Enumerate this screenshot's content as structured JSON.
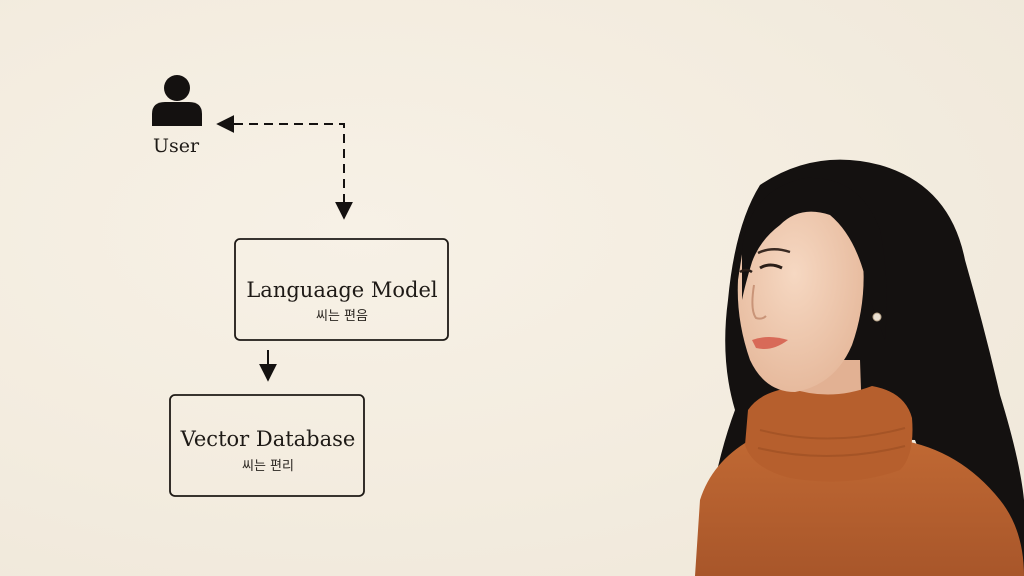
{
  "diagram": {
    "user": {
      "label": "User",
      "icon": "person-icon"
    },
    "nodes": [
      {
        "title": "Languaage Model",
        "subtitle": "씨는 편음"
      },
      {
        "title": "Vector Database",
        "subtitle": "씨는 편리"
      }
    ],
    "edges": [
      {
        "from": "Languaage Model",
        "to": "User",
        "style": "dashed",
        "bidirectional": true
      },
      {
        "from": "Languaage Model",
        "to": "Vector Database",
        "style": "solid"
      }
    ]
  },
  "photo": {
    "subject": "woman-portrait",
    "colors": {
      "hair": "#141110",
      "skin": "#efcbb2",
      "sweater": "#b55e2c",
      "background": "#f3ecdf"
    }
  }
}
